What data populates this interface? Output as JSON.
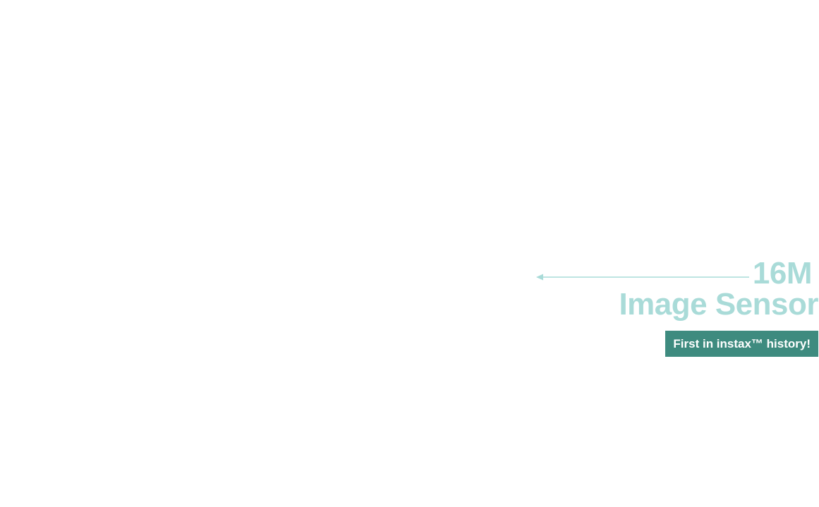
{
  "feature": {
    "headline_line1": "16M",
    "headline_line2": "Image Sensor",
    "badge_label": "First in instax™ history!"
  },
  "icons": {
    "pointer": "arrow-left-icon"
  },
  "colors": {
    "background": "#ffffff",
    "headline": "#a9dbd8",
    "pointer_line": "#a9dbd8",
    "badge_background": "#3e8b7f",
    "badge_text": "#ffffff"
  }
}
